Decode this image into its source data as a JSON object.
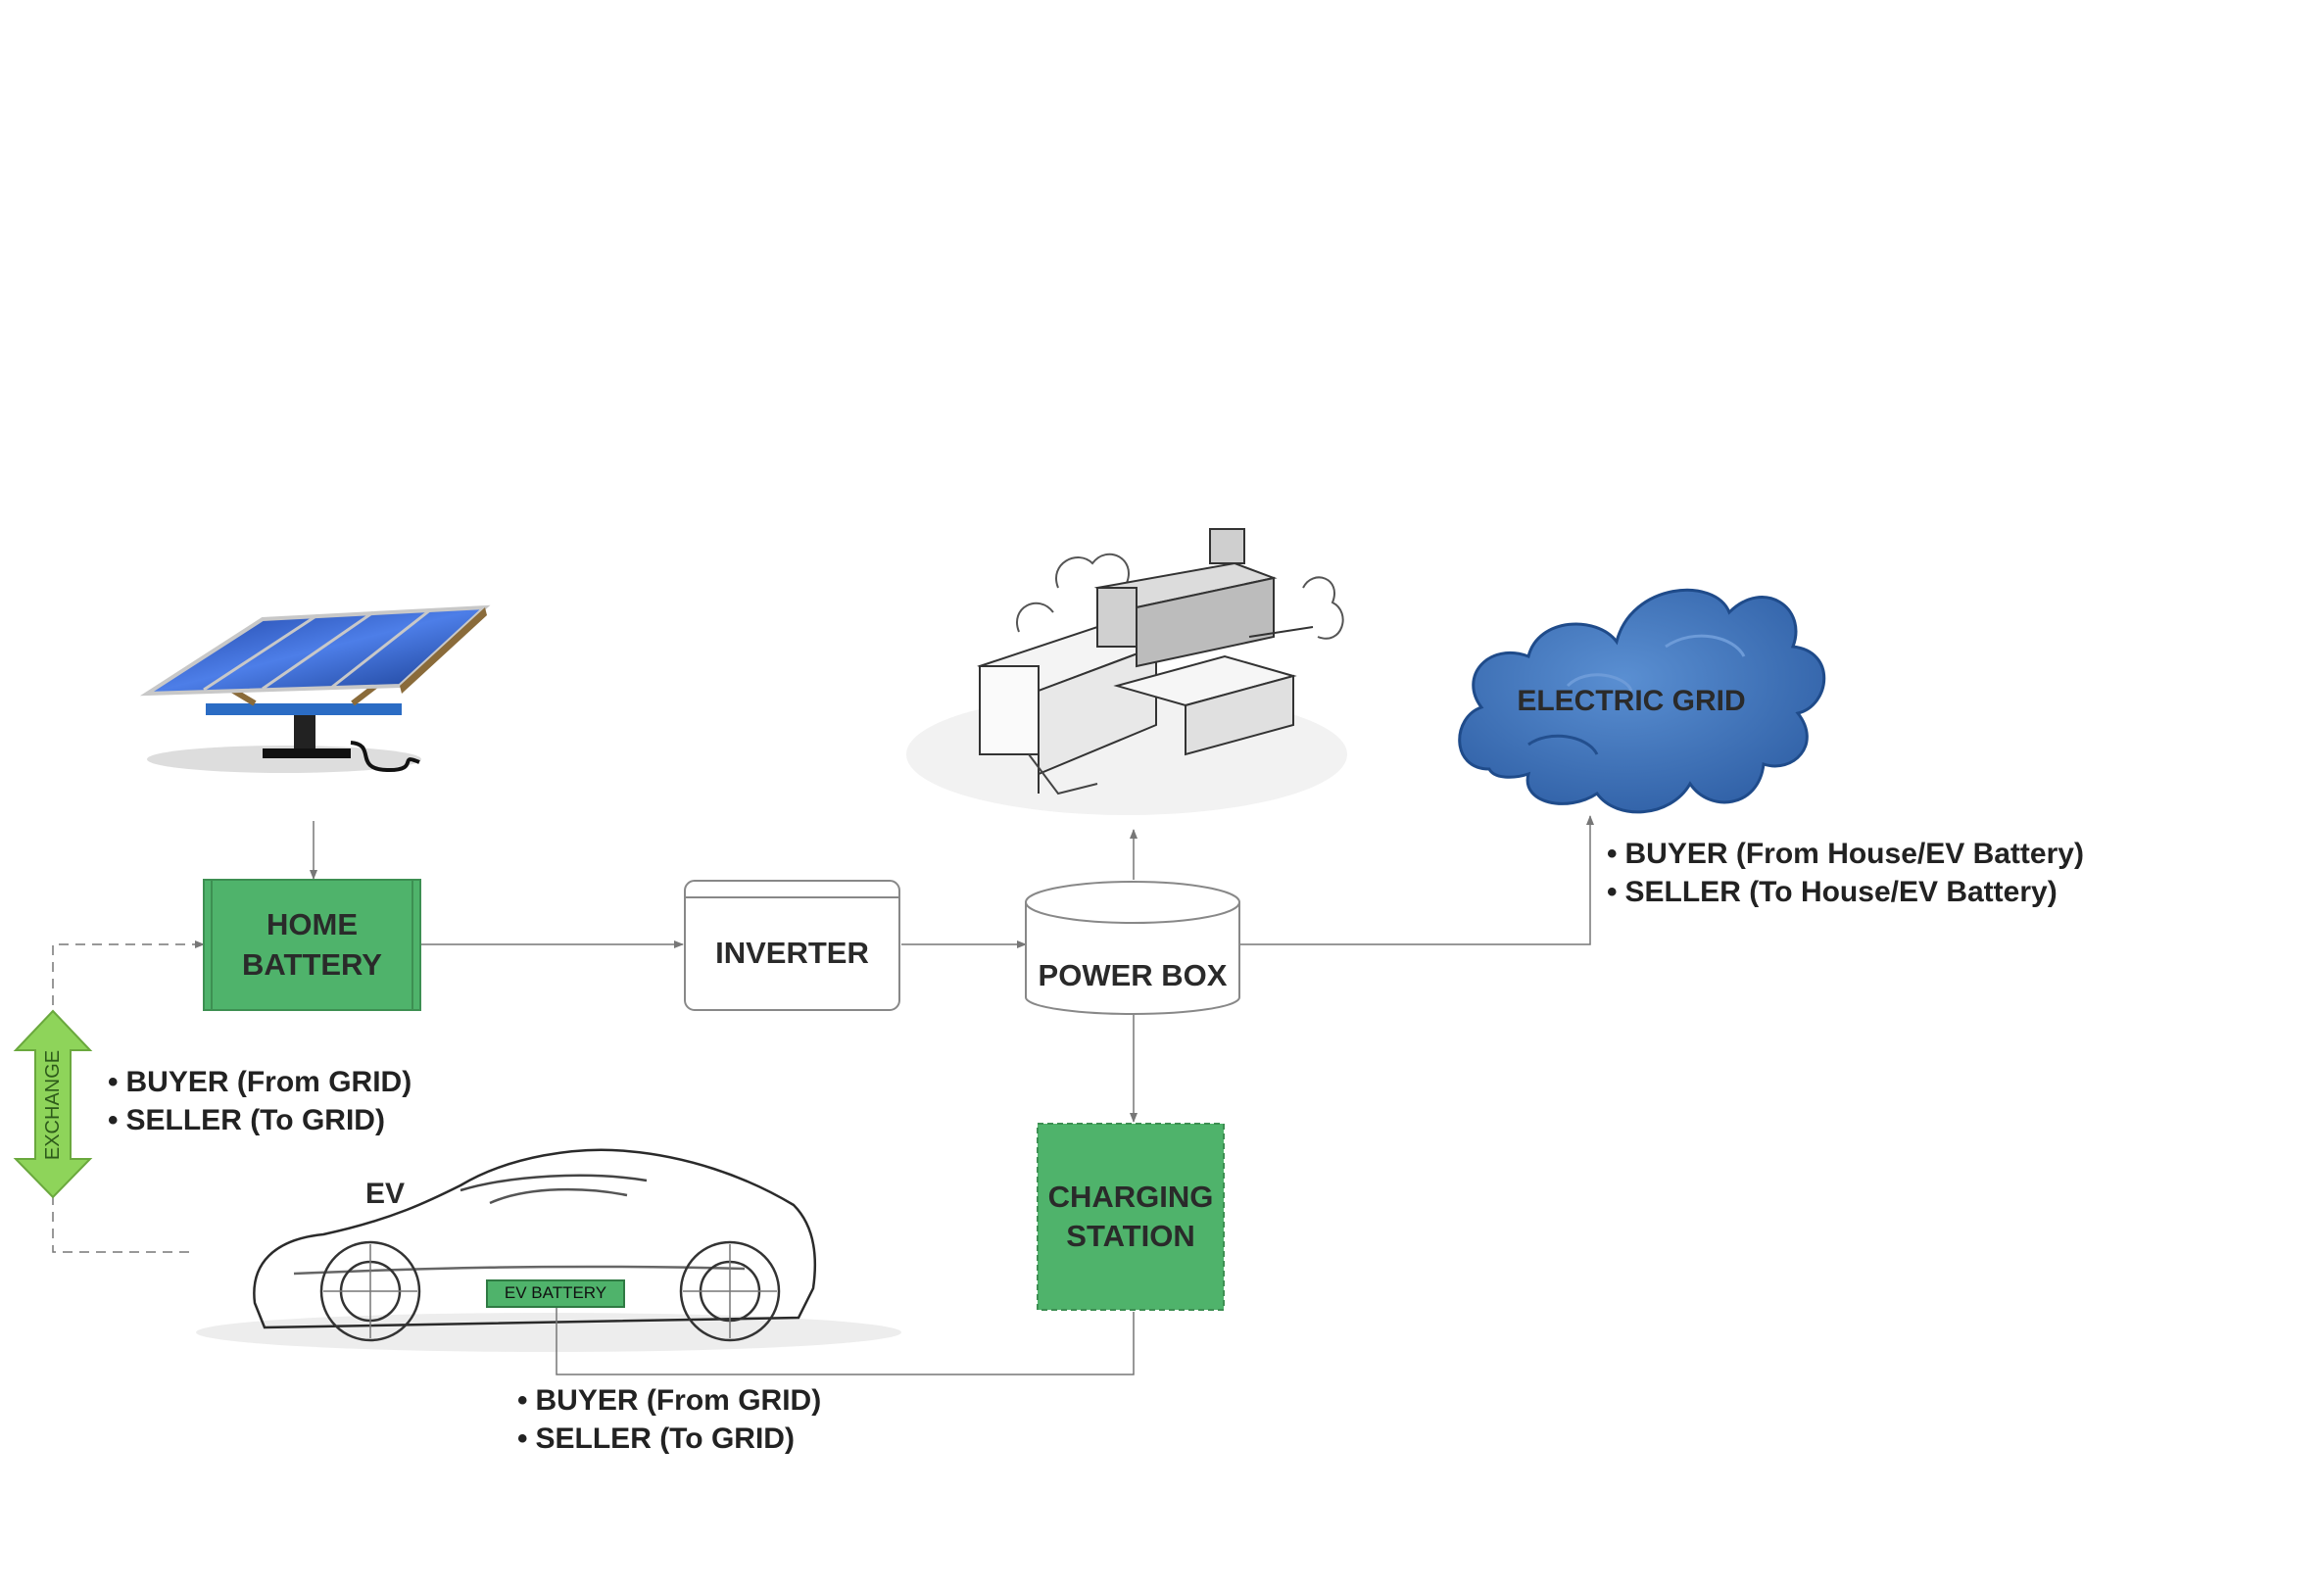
{
  "nodes": {
    "home_battery": [
      "HOME",
      "BATTERY"
    ],
    "inverter": "INVERTER",
    "power_box": "POWER BOX",
    "electric_grid": "ELECTRIC GRID",
    "charging_station": [
      "CHARGING",
      "STATION"
    ],
    "ev": "EV",
    "ev_battery": "EV BATTERY",
    "exchange": "EXCHANGE"
  },
  "roles": {
    "grid": [
      "BUYER (From House/EV Battery)",
      "SELLER (To House/EV Battery)"
    ],
    "home_battery": [
      "BUYER (From GRID)",
      "SELLER (To GRID)"
    ],
    "ev_battery": [
      "BUYER (From GRID)",
      "SELLER (To GRID)"
    ]
  },
  "colors": {
    "battery_green": "#4fb36b",
    "battery_green_dark": "#3d8f52",
    "exchange_green": "#8ed45a",
    "cloud_blue": "#3a6fb4",
    "line_gray": "#777777"
  },
  "icons": [
    "solar-panel-illustration",
    "house-sketch",
    "cloud-icon",
    "car-sketch"
  ]
}
